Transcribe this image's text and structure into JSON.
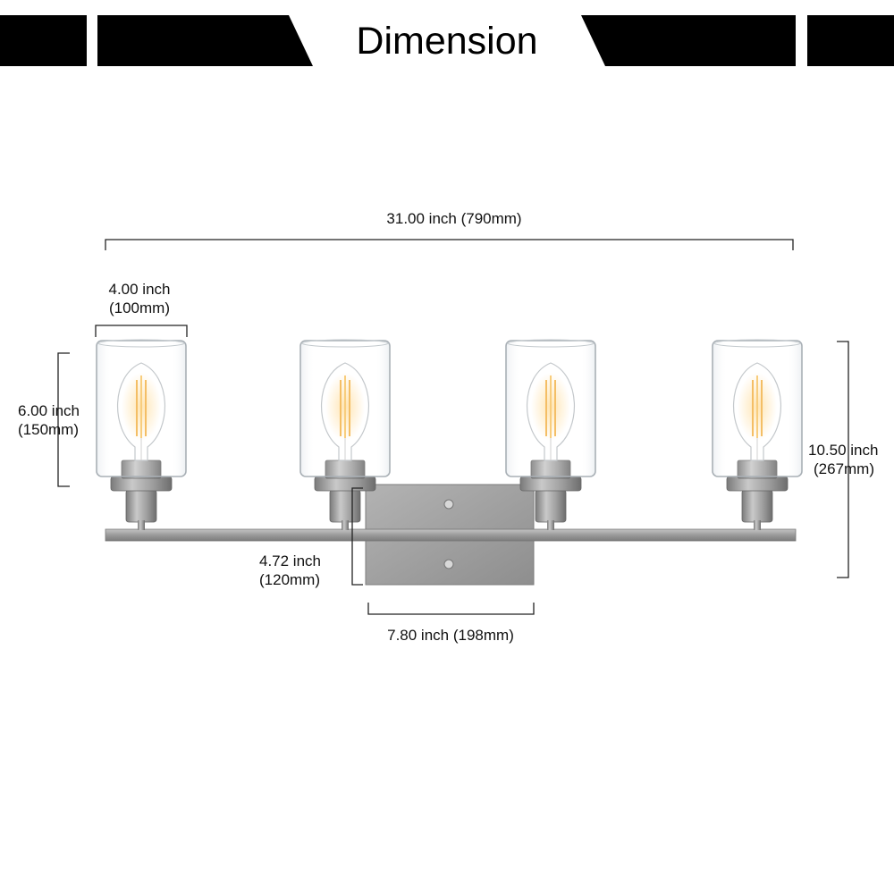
{
  "header": {
    "title": "Dimension"
  },
  "dimensions": {
    "overall_width": {
      "text": "31.00 inch (790mm)"
    },
    "shade_width": {
      "line1": "4.00 inch",
      "line2": "(100mm)"
    },
    "shade_height": {
      "line1": "6.00 inch",
      "line2": "(150mm)"
    },
    "overall_height": {
      "line1": "10.50 inch",
      "line2": "(267mm)"
    },
    "extension": {
      "line1": "4.72 inch",
      "line2": "(120mm)"
    },
    "backplate_width": {
      "text": "7.80 inch (198mm)"
    }
  },
  "colors": {
    "banner": "#000000",
    "metal": "#9b9b9b",
    "metal_dark": "#6f6f6f",
    "glass_edge": "#a9b0b6",
    "filament": "#f2b34a"
  }
}
